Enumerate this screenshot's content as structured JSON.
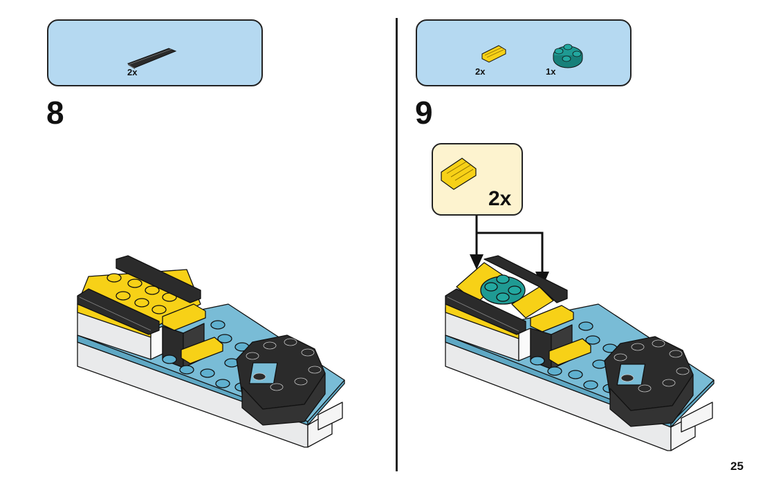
{
  "page": {
    "number": "25"
  },
  "steps": [
    {
      "number": "8",
      "parts": [
        {
          "name": "black-tile-1x4",
          "color": "#2b2b2b",
          "qty": "2x"
        }
      ]
    },
    {
      "number": "9",
      "parts": [
        {
          "name": "yellow-grille-tile-1x2",
          "color": "#f7d117",
          "qty": "2x"
        },
        {
          "name": "teal-round-plate-2x2",
          "color": "#1f9a93",
          "qty": "1x"
        }
      ],
      "callout": {
        "part": "yellow-grille-tile-1x2",
        "qty": "2x"
      }
    }
  ],
  "colors": {
    "parts_box": "#b5d9f1",
    "callout_box": "#fdf3cf",
    "black_brick": "#2b2b2b",
    "yellow_brick": "#f7d117",
    "light_blue_plate": "#79bcd6",
    "white_brick": "#e9eaeb",
    "teal_plate": "#1f9a93"
  }
}
